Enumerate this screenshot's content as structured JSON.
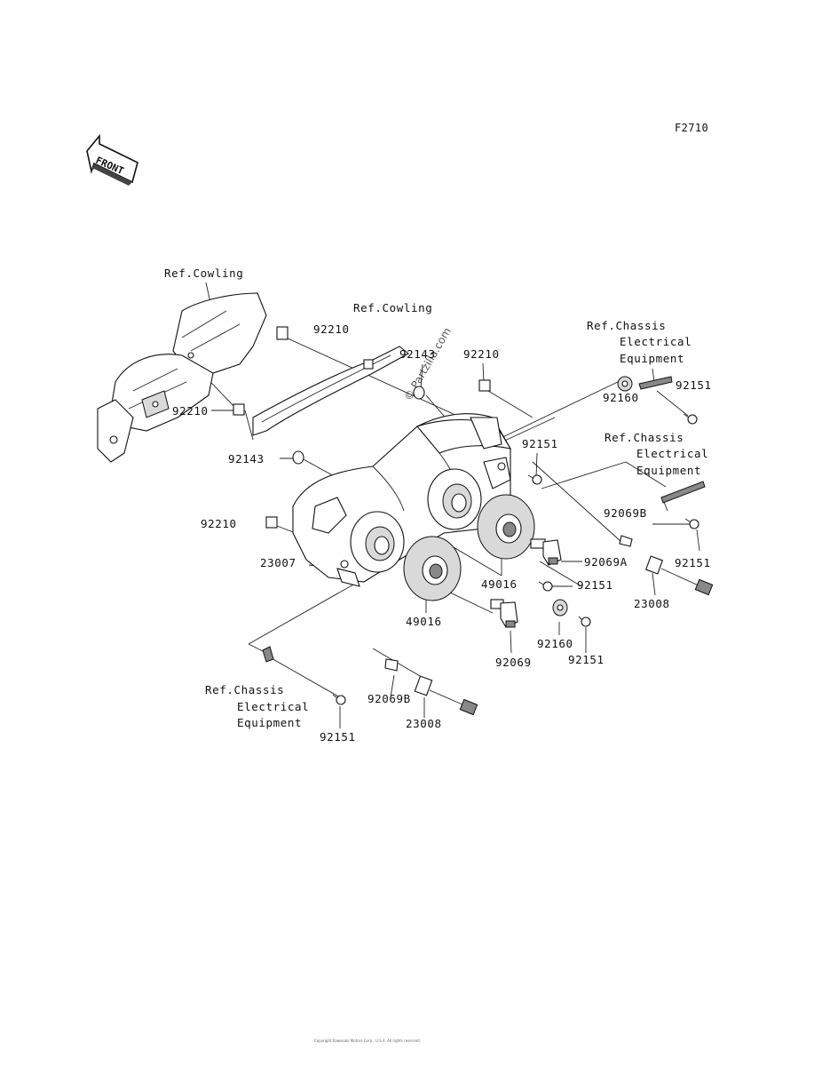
{
  "diagram_code": "F2710",
  "front_label": "FRONT",
  "watermark": "© Partzilla.com",
  "footer_text": "Copyright Kawasaki Motors Corp., U.S.A. All rights reserved.",
  "references": {
    "cowling_1": "Ref.Cowling",
    "cowling_2": "Ref.Cowling",
    "chassis_1": [
      "Ref.Chassis",
      "Electrical",
      "Equipment"
    ],
    "chassis_2": [
      "Ref.Chassis",
      "Electrical",
      "Equipment"
    ],
    "chassis_3": [
      "Ref.Chassis",
      "Electrical",
      "Equipment"
    ]
  },
  "parts": {
    "p92210_a": "92210",
    "p92210_b": "92210",
    "p92210_c": "92210",
    "p92210_d": "92210",
    "p92143_a": "92143",
    "p92143_b": "92143",
    "p92151_a": "92151",
    "p92151_b": "92151",
    "p92151_c": "92151",
    "p92151_d": "92151",
    "p92151_e": "92151",
    "p92151_f": "92151",
    "p92160_a": "92160",
    "p92160_b": "92160",
    "p92069B_a": "92069B",
    "p92069B_b": "92069B",
    "p92069A": "92069A",
    "p92069": "92069",
    "p23007": "23007",
    "p23008_a": "23008",
    "p23008_b": "23008",
    "p49016_a": "49016",
    "p49016_b": "49016"
  }
}
